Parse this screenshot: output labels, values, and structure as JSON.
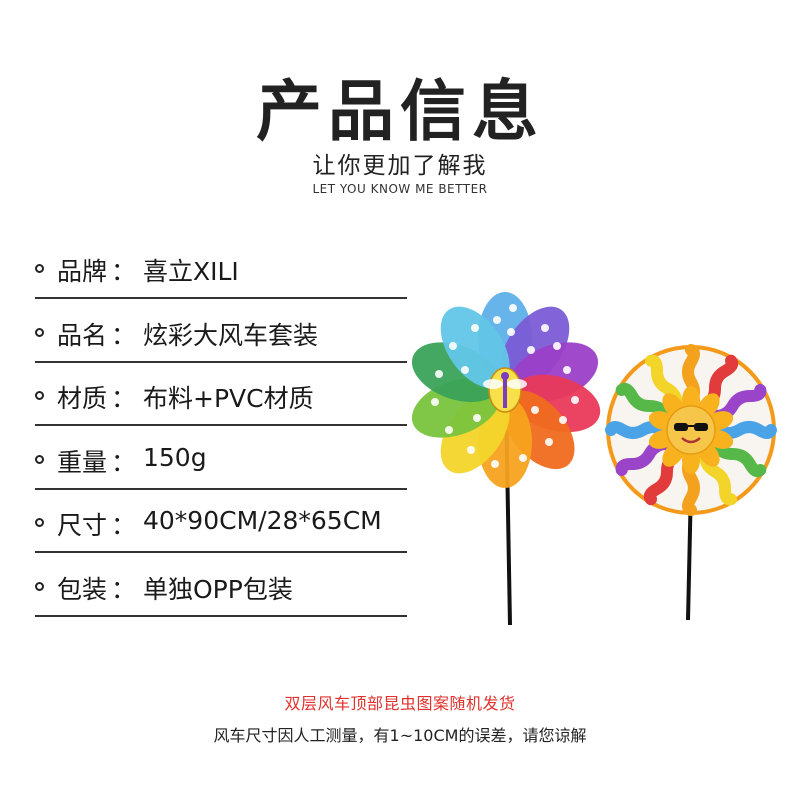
{
  "header": {
    "title": "产品信息",
    "subtitle": "让你更加了解我",
    "subtitle_en": "LET YOU KNOW ME BETTER"
  },
  "specs": [
    {
      "label": "品牌",
      "separator": "：",
      "value": "喜立XILI"
    },
    {
      "label": "品名",
      "separator": "：",
      "value": "炫彩大风车套装"
    },
    {
      "label": "材质",
      "separator": "：",
      "value": "布料+PVC材质"
    },
    {
      "label": "重量",
      "separator": "：",
      "value": "150g"
    },
    {
      "label": "尺寸",
      "separator": "：",
      "value": "40*90CM/28*65CM"
    },
    {
      "label": "包装",
      "separator": "：",
      "value": "单独OPP包装"
    }
  ],
  "notes": {
    "red": "双层风车顶部昆虫图案随机发货",
    "gray": "风车尺寸因人工测量，有1~10CM的误差，请您谅解"
  },
  "colors": {
    "note_red": "#e0312d",
    "text": "#1a1a1a"
  }
}
